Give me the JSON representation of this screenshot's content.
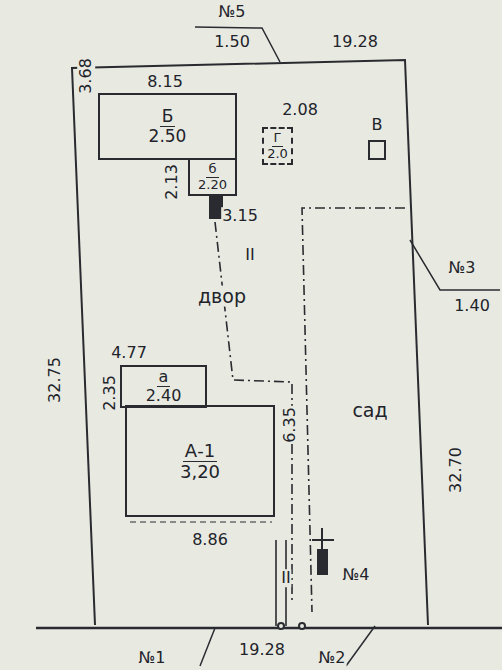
{
  "diagram": {
    "nodes": [
      {
        "text": [
          "Б",
          "2.50"
        ]
      },
      {
        "text": [
          "б",
          "2.20"
        ]
      },
      {
        "text": [
          "Г",
          "2.0"
        ]
      },
      {
        "text": [
          "В"
        ]
      },
      {
        "text": [
          "а",
          "2.40"
        ]
      },
      {
        "text": [
          "А-1",
          "3,20"
        ]
      }
    ],
    "labels": [
      "№5",
      "1.50",
      "19.28",
      "8.15",
      "3.68",
      "2.08",
      "2.13",
      "3.15",
      "II",
      "двор",
      "32.75",
      "4.77",
      "2.35",
      "6.35",
      "сад",
      "№3",
      "1.40",
      "32.70",
      "8.86",
      "II",
      "№4",
      "№1",
      "19.28",
      "№2"
    ]
  }
}
